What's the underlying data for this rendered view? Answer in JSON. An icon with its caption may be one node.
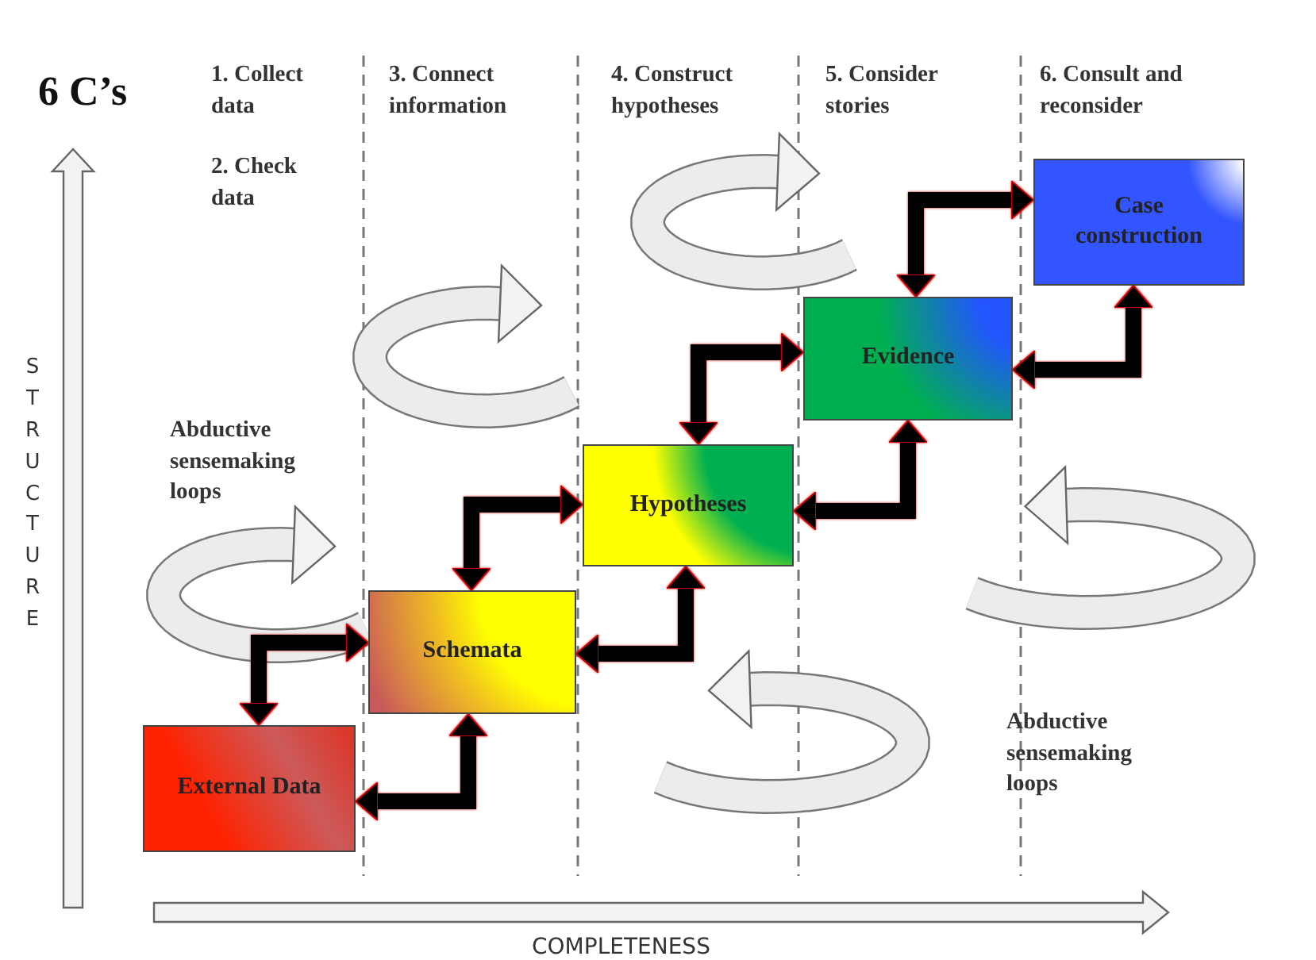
{
  "diagram": {
    "title": "6 C’s",
    "nodes": [
      {
        "text": [
          "External Data"
        ]
      },
      {
        "text": [
          "Schemata"
        ]
      },
      {
        "text": [
          "Hypotheses"
        ]
      },
      {
        "text": [
          "Evidence"
        ]
      },
      {
        "text": [
          "Case construction"
        ]
      }
    ],
    "edges": [
      {
        "from": 0,
        "to": 1,
        "arrow": "both"
      },
      {
        "from": 1,
        "to": 0,
        "arrow": "both"
      },
      {
        "from": 1,
        "to": 2,
        "arrow": "both"
      },
      {
        "from": 2,
        "to": 1,
        "arrow": "both"
      },
      {
        "from": 2,
        "to": 3,
        "arrow": "both"
      },
      {
        "from": 3,
        "to": 2,
        "arrow": "both"
      },
      {
        "from": 3,
        "to": 4,
        "arrow": "both"
      },
      {
        "from": 4,
        "to": 3,
        "arrow": "both"
      }
    ],
    "labels": [
      "1. Collect data",
      "3. Connect information",
      "4. Construct hypotheses",
      "5. Consider stories",
      "6. Consult and reconsider",
      "2. Check data",
      "STRUCTURE",
      "Abductive sensemaking loops",
      "Abductive sensemaking loops",
      "COMPLETENESS"
    ]
  }
}
